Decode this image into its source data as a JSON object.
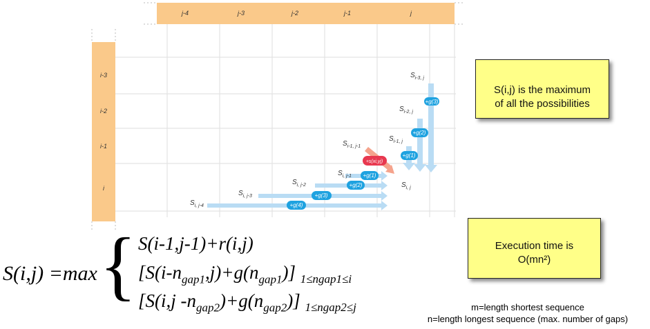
{
  "grid": {
    "col_headers": [
      "j-4",
      "j-3",
      "j-2",
      "j-1",
      "j"
    ],
    "row_headers": [
      "i-3",
      "i-2",
      "i-1",
      "i"
    ]
  },
  "cell_labels": {
    "s_im3_j": "S",
    "s_im3_j_sub": "i-3, j",
    "s_im2_j": "S",
    "s_im2_j_sub": "i-2, j",
    "s_im1_j": "S",
    "s_im1_j_sub": "i-1, j",
    "s_im1_jm1": "S",
    "s_im1_jm1_sub": "i-1, j-1",
    "s_i_j": "S",
    "s_i_j_sub": "i, j",
    "s_i_jm1": "S",
    "s_i_jm1_sub": "i, j-1",
    "s_i_jm2": "S",
    "s_i_jm2_sub": "i, j-2",
    "s_i_jm3": "S",
    "s_i_jm3_sub": "i, j-3",
    "s_i_jm4": "S",
    "s_i_jm4_sub": "i, j-4"
  },
  "badges": {
    "g3_v": "+g(3)",
    "g2_v": "+g(2)",
    "g1_v": "+g(1)",
    "match": "+s(xi,yj)",
    "g1_h": "+g(1)",
    "g2_h": "+g(2)",
    "g3_h": "+g(3)",
    "g4_h": "+g(4)"
  },
  "notes": {
    "max_line1": "S(i,j) is the maximum",
    "max_line2": "of all the possibilities",
    "exec_line1": "Execution time is",
    "exec_line2": "O(mn²)"
  },
  "formula": {
    "lhs": "S(i,j) =max",
    "brace": "{",
    "line1": "S(i-1,j-1)+r(i,j)",
    "line2_a": "[S(i-n",
    "line2_sub1": "gap1",
    "line2_b": ",j)+g(n",
    "line2_sub2": "gap1",
    "line2_c": ")]",
    "line2_range": "1≤ngap1≤i",
    "line3_a": "[S(i,j -n",
    "line3_sub1": "gap2",
    "line3_b": ")+g(n",
    "line3_sub2": "gap2",
    "line3_c": ")]",
    "line3_range": "1≤ngap2≤j"
  },
  "footnotes": {
    "m_def": "m=length shortest sequence",
    "n_def": "n=length longest sequence (max. number of gaps)"
  },
  "colors": {
    "header_fill": "#fac98a",
    "gap_arrow": "#b9dcf4",
    "badge": "#1ea2e0",
    "match_badge": "#e8384f",
    "match_arrow": "#f5a38c",
    "note_fill": "#ffff88"
  }
}
